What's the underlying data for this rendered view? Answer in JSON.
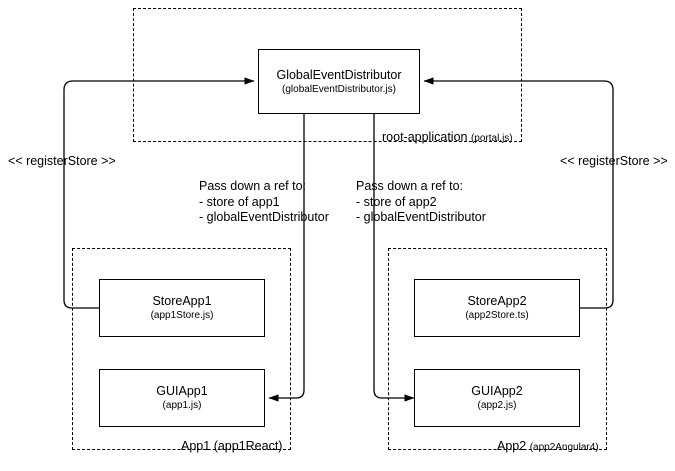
{
  "diagram": {
    "groups": [
      {
        "id": "root-application",
        "name": "root-application",
        "file": "(portal.js)"
      },
      {
        "id": "app1",
        "name": "App1",
        "file": "(app1React)"
      },
      {
        "id": "app2",
        "name": "App2",
        "file": "(app2Angular4)"
      }
    ],
    "nodes": [
      {
        "id": "global-event-distributor",
        "title": "GlobalEventDistributor",
        "file": "(globalEventDistributor.js)"
      },
      {
        "id": "store-app1",
        "title": "StoreApp1",
        "file": "(app1Store.js)"
      },
      {
        "id": "gui-app1",
        "title": "GUIApp1",
        "file": "(app1.js)"
      },
      {
        "id": "store-app2",
        "title": "StoreApp2",
        "file": "(app2Store.ts)"
      },
      {
        "id": "gui-app2",
        "title": "GUIApp2",
        "file": "(app2.js)"
      }
    ],
    "edge_labels": {
      "register_store_left": "<< registerStore >>",
      "register_store_right": "<< registerStore >>"
    },
    "notes": {
      "pass_down_app1": "Pass down a ref to:\n- store of app1\n- globalEventDistributor",
      "pass_down_app2": "Pass down a ref to:\n- store of app2\n- globalEventDistributor"
    },
    "colors": {
      "stroke": "#000000",
      "background": "#ffffff"
    }
  }
}
